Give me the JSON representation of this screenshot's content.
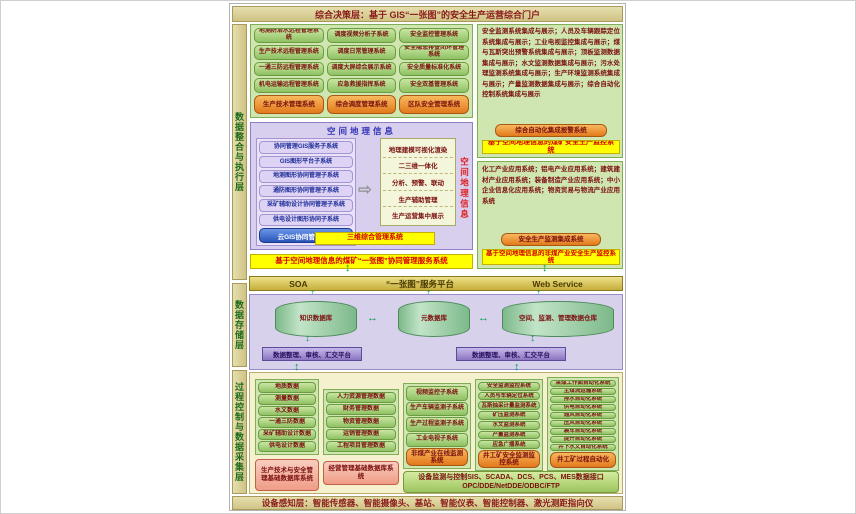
{
  "title_top": "综合决策层：基于 GIS“一张图”的安全生产运营综合门户",
  "title_bottom": "设备感知层：智能传感器、智能摄像头、基站、智能仪表、智能控制器、激光测距指向仪",
  "layer_labels": {
    "exec": "数据整合与执行层",
    "storage": "数据存储层",
    "process": "过程控制与数据采集层"
  },
  "icons": {
    "v_arrow": "↕",
    "h_arrow": "↔",
    "right_arrow": "⇨"
  },
  "colors": {
    "banner_tan": "#d8cf96",
    "pill_green": "#8fc163",
    "button_orange": "#e2791c",
    "highlight_yellow": "#ffff00",
    "panel_purple": "#d8cfef",
    "bar_purple": "#8a76c2",
    "arrow_green": "#00a14e",
    "text_maroon": "#7b1010",
    "text_red": "#d40000"
  },
  "exec": {
    "management_columns": [
      {
        "items": [
          "地测防治水远程管理系统",
          "生产技术远程管理系统",
          "一通三防远程管理系统",
          "机电运输远程管理系统"
        ],
        "footer": "生产技术管理系统"
      },
      {
        "items": [
          "调度视频分析子系统",
          "调度日常管理系统",
          "调度大屏综合展示系统",
          "应急救援指挥系统"
        ],
        "footer": "综合调度管理系统"
      },
      {
        "items": [
          "安全监控管理系统",
          "安全隐患排查闭环管理系统",
          "安全质量标准化系统",
          "安全双基管理系统"
        ],
        "footer": "区队安全管理系统"
      }
    ],
    "gis": {
      "title": "空间地理信息",
      "left_items": [
        "协同管理GIS服务子系统",
        "GIS图形平台子系统",
        "地测图形协同管理子系统",
        "通防图形协同管理子系统",
        "采矿辅助设计协同管理子系统",
        "供电设计图形协同子系统"
      ],
      "left_footer": "云GIS协同管理平台",
      "right_items": [
        "地理建模可视化渲染",
        "二三维一体化",
        "分析、预警、联动",
        "生产辅助管理",
        "生产运营集中展示"
      ],
      "vertical_label": "空间地理信息",
      "bottom_box": "三维综合管理系统",
      "footer": "基于空间地理信息的煤矿“一张图”协同管理服务系统"
    },
    "integration_top": {
      "text": "安全监测系统集成与展示；人员及车辆跟踪定位系统集成与展示；工业电视监控集成与展示；煤与瓦斯突出预警系统集成与展示；顶板监测数据集成与展示；水文监测数据集成与展示；污水处理监测系统集成与展示；生产环境监测系统集成与展示；产量监测数据集成与展示；综合自动化控制系统集成与展示",
      "button": "综合自动化集成报警系统",
      "footer": "基于空间地理信息的煤矿安全生产监控系统"
    },
    "integration_bottom": {
      "text": "化工产业应用系统；铝电产业应用系统；建筑建材产业应用系统；装备制造产业应用系统；中小企业信息化应用系统；物资贸易与物流产业应用系统",
      "button": "安全生产监测集成系统",
      "footer": "基于空间地理信息的非煤产业安全生产监控系统"
    }
  },
  "service_bar": {
    "left": "SOA",
    "center": "“一张图”服务平台",
    "right": "Web Service"
  },
  "storage": {
    "databases": [
      "知识数据库",
      "元数据库",
      "空间、监测、管理数据仓库"
    ],
    "platforms": [
      "数据整理、审核、汇交平台",
      "数据整理、审核、汇交平台"
    ]
  },
  "process": {
    "groups": [
      {
        "items": [
          "地质数据",
          "测量数据",
          "水文数据",
          "一通三防数据",
          "采矿辅助设计数据",
          "供电设计数据"
        ],
        "footer": "生产技术与安全管理基础数据库系统"
      },
      {
        "items": [
          "人力资源管理数据",
          "财务管理数据",
          "物资管理数据",
          "运销管理数据",
          "工程项目管理数据"
        ],
        "footer": "经营管理基础数据库系统"
      },
      {
        "items": [
          "视频监控子系统",
          "生产车辆监测子系统",
          "生产过程监测子系统",
          "工业电视子系统"
        ],
        "footer": "非煤产业在线监测系统"
      },
      {
        "items": [
          "安全监测监控系统",
          "人员与车辆定位系统",
          "瓦斯抽采计量监测系统",
          "矿压监测系统",
          "水文监测系统",
          "产量监测系统",
          "应急广播系统"
        ],
        "footer": "井工矿安全监测监控系统"
      },
      {
        "items": [
          "采煤工作面自动化系统",
          "主煤流运输系统",
          "排水自动化系统",
          "供电自动化系统",
          "通风自动化系统",
          "压风自动化系统",
          "装车自动化系统",
          "提升自动化系统",
          "井下水文自动化系统"
        ],
        "footer": "井工矿过程自动化"
      }
    ],
    "interface_bar": {
      "line1": "设备监测与控制SIS、SCADA、DCS、PCS、MES数据接口",
      "line2": "OPC/DDE/NetDDE/ODBC/FTP"
    }
  }
}
